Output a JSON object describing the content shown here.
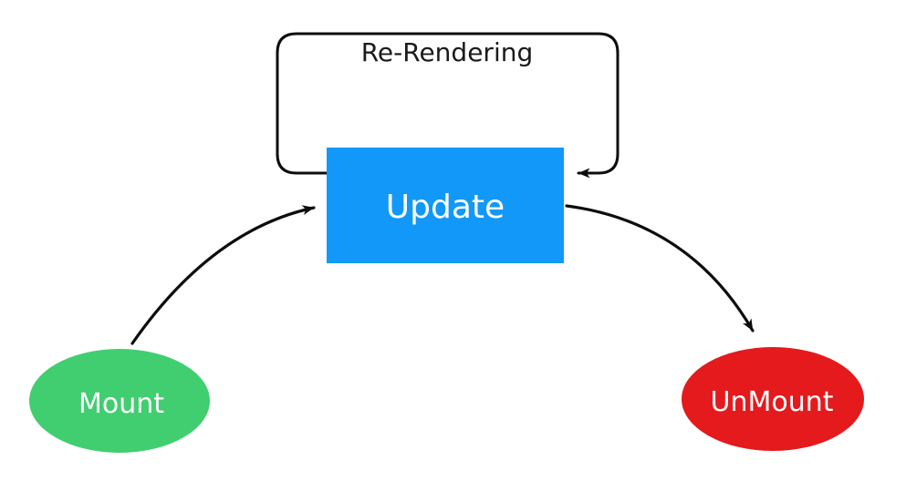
{
  "diagram": {
    "nodes": {
      "mount": {
        "label": "Mount",
        "shape": "ellipse"
      },
      "update": {
        "label": "Update",
        "shape": "rectangle"
      },
      "unmount": {
        "label": "UnMount",
        "shape": "ellipse"
      },
      "loop": {
        "label": "Re-Rendering",
        "shape": "rounded-loop"
      }
    },
    "edges": [
      {
        "from": "Mount",
        "to": "Update",
        "label": ""
      },
      {
        "from": "Update",
        "to": "UnMount",
        "label": ""
      },
      {
        "from": "Update",
        "to": "Update",
        "label": "Re-Rendering"
      }
    ],
    "colors": {
      "mount_fill": "#41CE70",
      "update_fill": "#1298F8",
      "unmount_fill": "#E41A1D",
      "stroke": "#0D0D0D",
      "node_text": "#FFFFFF",
      "loop_text": "#1A1A1A",
      "background": "#FFFFFF"
    }
  }
}
